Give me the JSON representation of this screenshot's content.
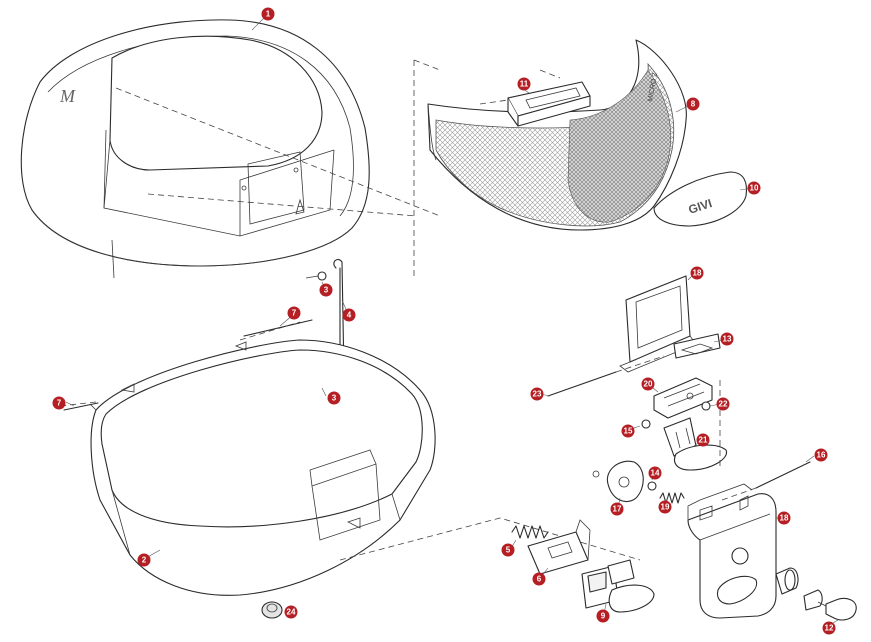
{
  "diagram": {
    "colors": {
      "callout": "#b51e23",
      "callout_text": "#ffffff",
      "line": "#2b2b2b",
      "mesh": "#9a9a9a"
    },
    "lid_badge_text": "M",
    "reflector_text": "MICRO 2",
    "plate_logo_text": "GIVI",
    "callouts": [
      {
        "id": "c1",
        "label": "1"
      },
      {
        "id": "c2",
        "label": "2"
      },
      {
        "id": "c3a",
        "label": "3"
      },
      {
        "id": "c3b",
        "label": "3"
      },
      {
        "id": "c4",
        "label": "4"
      },
      {
        "id": "c5",
        "label": "5"
      },
      {
        "id": "c6",
        "label": "6"
      },
      {
        "id": "c7a",
        "label": "7"
      },
      {
        "id": "c7b",
        "label": "7"
      },
      {
        "id": "c8",
        "label": "8"
      },
      {
        "id": "c9",
        "label": "9"
      },
      {
        "id": "c10",
        "label": "10"
      },
      {
        "id": "c11",
        "label": "11"
      },
      {
        "id": "c12",
        "label": "12"
      },
      {
        "id": "c13",
        "label": "13"
      },
      {
        "id": "c14",
        "label": "14"
      },
      {
        "id": "c15",
        "label": "15"
      },
      {
        "id": "c16",
        "label": "16"
      },
      {
        "id": "c17",
        "label": "17"
      },
      {
        "id": "c18a",
        "label": "18"
      },
      {
        "id": "c18b",
        "label": "18"
      },
      {
        "id": "c19",
        "label": "19"
      },
      {
        "id": "c20",
        "label": "20"
      },
      {
        "id": "c21",
        "label": "21"
      },
      {
        "id": "c22",
        "label": "22"
      },
      {
        "id": "c23",
        "label": "23"
      },
      {
        "id": "c24",
        "label": "24"
      }
    ]
  }
}
